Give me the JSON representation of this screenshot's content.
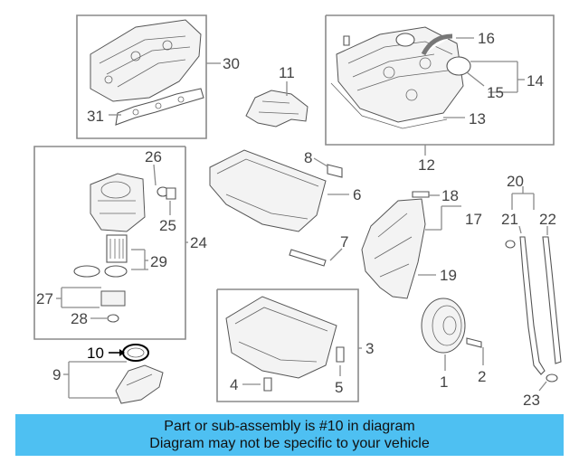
{
  "callouts": {
    "c1": "1",
    "c2": "2",
    "c3": "3",
    "c4": "4",
    "c5": "5",
    "c6": "6",
    "c7": "7",
    "c8": "8",
    "c9": "9",
    "c10": "10",
    "c11": "11",
    "c12": "12",
    "c13": "13",
    "c14": "14",
    "c15": "15",
    "c16": "16",
    "c17": "17",
    "c18": "18",
    "c19": "19",
    "c20": "20",
    "c21": "21",
    "c22": "22",
    "c23": "23",
    "c24": "24",
    "c25": "25",
    "c26": "26",
    "c27": "27",
    "c28": "28",
    "c29": "29",
    "c30": "30",
    "c31": "31"
  },
  "highlighted_part": "10",
  "colors": {
    "banner": "#4ec0f2",
    "lines": "#8a8a8a",
    "text": "#444444"
  },
  "banner": {
    "line1": "Part or sub-assembly is #10 in diagram",
    "line2": "Diagram may not be specific to your vehicle"
  }
}
